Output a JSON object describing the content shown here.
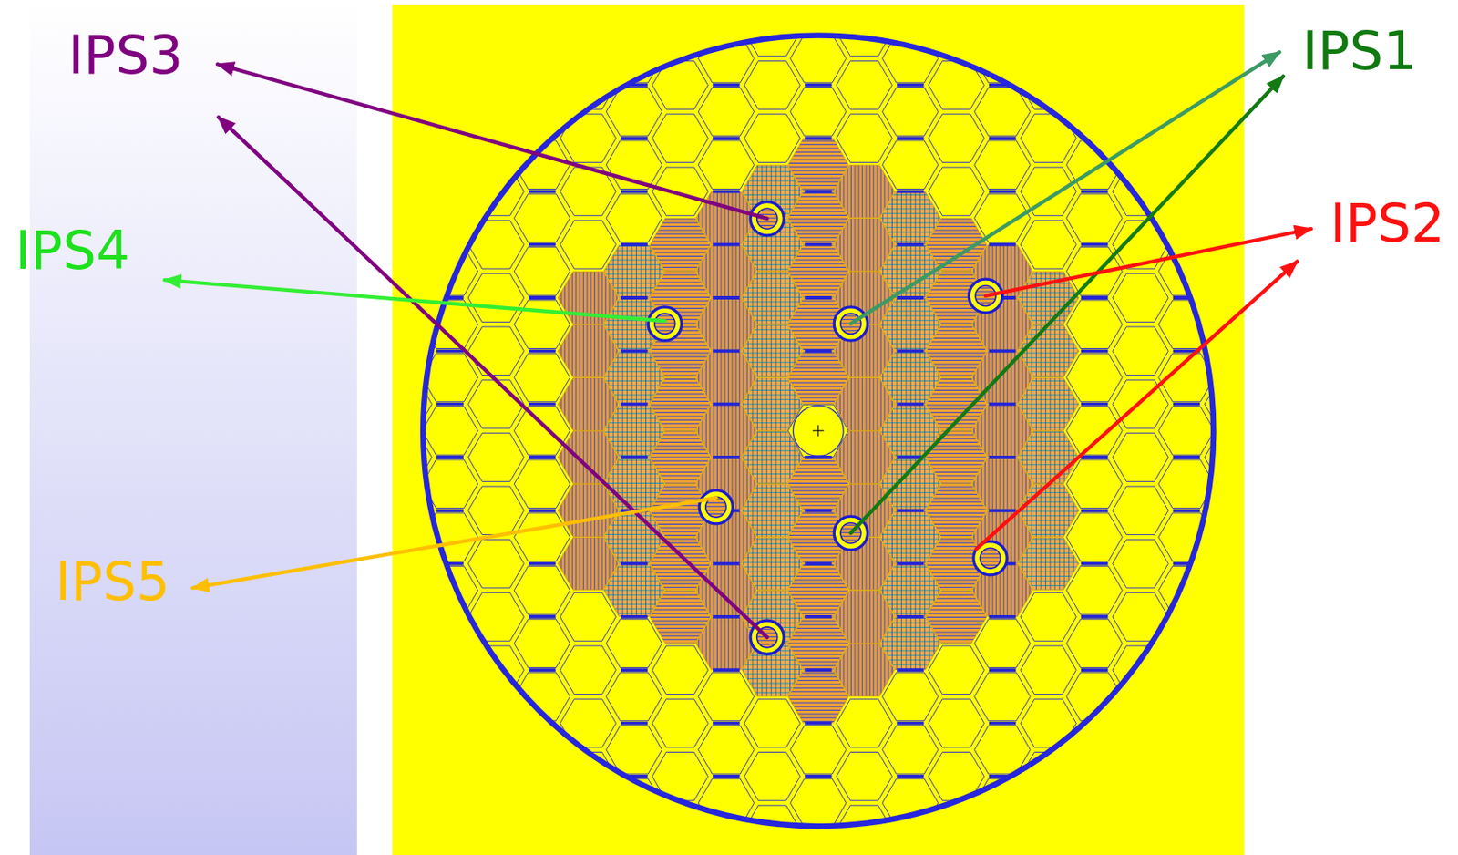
{
  "diagram": {
    "labels": [
      "IPS3",
      "IPS1",
      "IPS2",
      "IPS4",
      "IPS5"
    ]
  }
}
